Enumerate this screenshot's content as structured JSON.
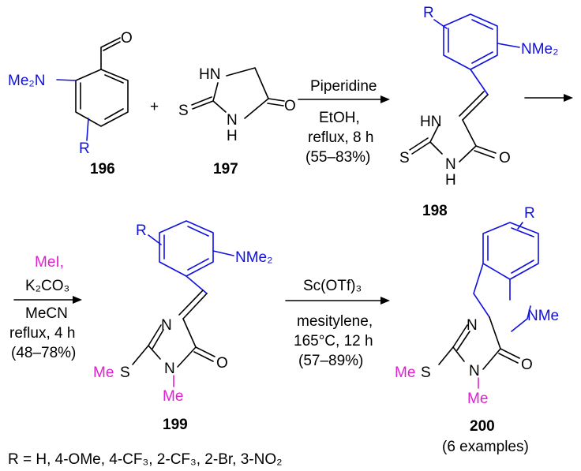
{
  "compounds": {
    "c196": {
      "number": "196",
      "aldehyde_o": "O",
      "me2n": "Me₂N",
      "r": "R"
    },
    "c197": {
      "number": "197",
      "hn": "HN",
      "nh": "N",
      "h": "H",
      "s": "S",
      "o": "O"
    },
    "c198": {
      "number": "198",
      "r": "R",
      "nme2": "NMe₂",
      "hn": "HN",
      "nh": "N",
      "h": "H",
      "s": "S",
      "o": "O"
    },
    "c199": {
      "number": "199",
      "r": "R",
      "nme2": "NMe₂",
      "n": "N",
      "nme": "N",
      "mes": "Me",
      "s": "S",
      "o": "O",
      "me": "Me"
    },
    "c200": {
      "number": "200",
      "examples": "(6 examples)",
      "r": "R",
      "nme": "NMe",
      "n": "N",
      "n2": "N",
      "mes": "Me",
      "s": "S",
      "o": "O",
      "me": "Me"
    }
  },
  "plus_sign": "+",
  "step1": {
    "reagent": "Piperidine",
    "solvent": "EtOH,",
    "conditions": "reflux, 8 h",
    "yield": "(55–83%)"
  },
  "step2": {
    "reagent1": "MeI,",
    "reagent2": "K₂CO₃",
    "solvent": "MeCN",
    "conditions": "reflux, 4 h",
    "yield": "(48–78%)"
  },
  "step3": {
    "reagent": "Sc(OTf)₃",
    "solvent": "mesitylene,",
    "conditions": "165°C, 12 h",
    "yield": "(57–89%)"
  },
  "substituents": "R = H, 4-OMe, 4-CF₃, 2-CF₃, 2-Br, 3-NO₂",
  "colors": {
    "black": "#000000",
    "blue": "#1010e0",
    "magenta": "#e020d0"
  }
}
